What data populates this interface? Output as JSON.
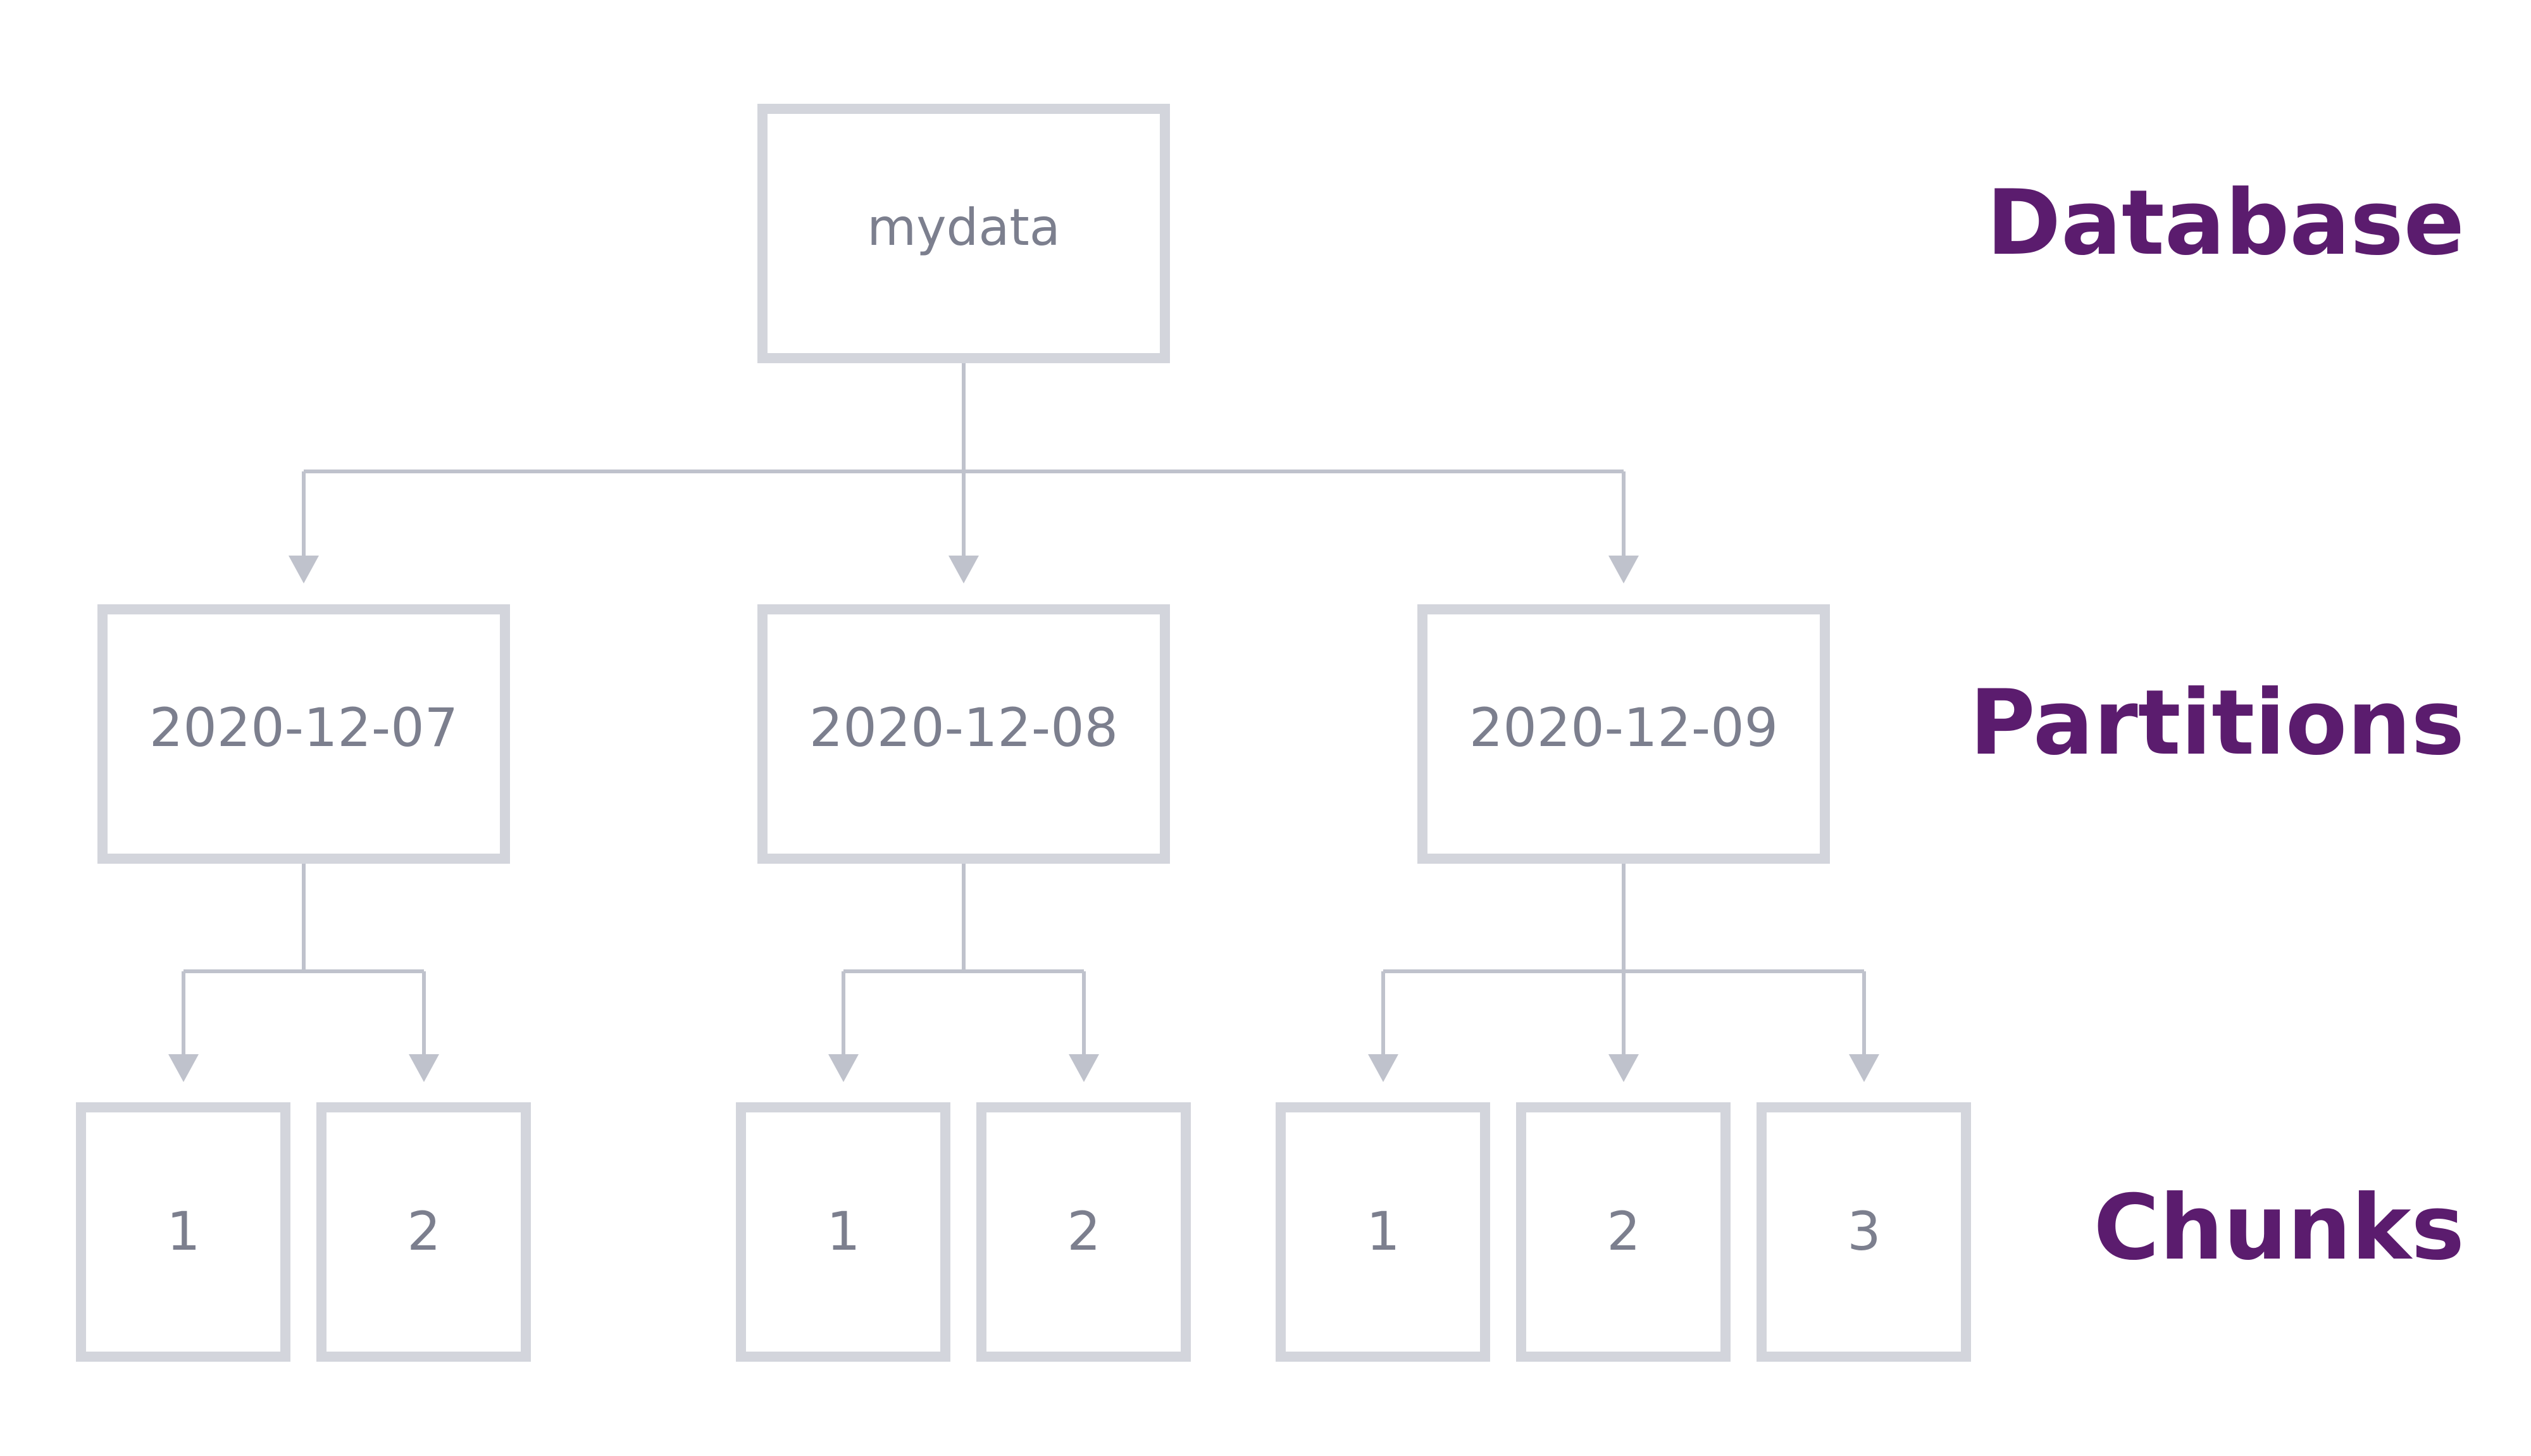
{
  "colors": {
    "node_border": "#d3d5dc",
    "node_text": "#7c7f8e",
    "connector": "#bfc2cc",
    "level_label": "#5b1c6e",
    "background": "#ffffff"
  },
  "levels": {
    "database": "Database",
    "partitions": "Partitions",
    "chunks": "Chunks"
  },
  "database": {
    "name": "mydata"
  },
  "partitions": [
    {
      "name": "2020-12-07",
      "chunks": [
        "1",
        "2"
      ]
    },
    {
      "name": "2020-12-08",
      "chunks": [
        "1",
        "2"
      ]
    },
    {
      "name": "2020-12-09",
      "chunks": [
        "1",
        "2",
        "3"
      ]
    }
  ]
}
